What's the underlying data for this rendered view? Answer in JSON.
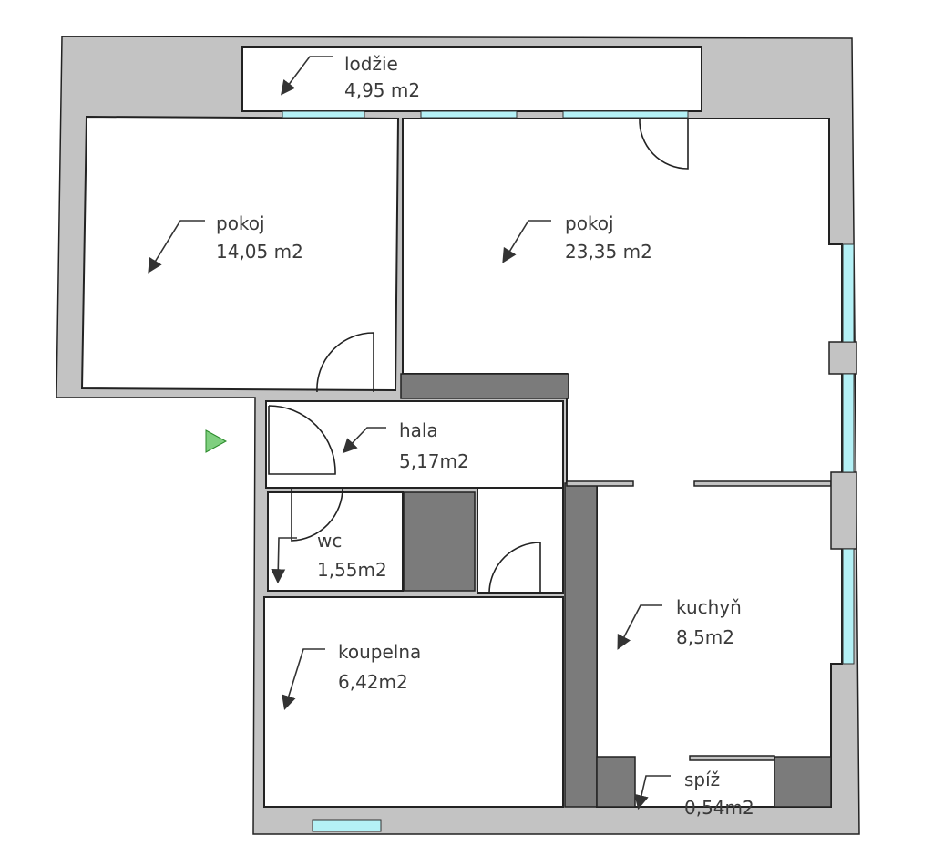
{
  "colors": {
    "wall": "#c3c3c3",
    "dark_wall": "#7b7b7b",
    "window": "#b4f1f6",
    "entrance_marker": "#7fcf7f"
  },
  "rooms": [
    {
      "name": "lodžie",
      "area": "4,95 m2"
    },
    {
      "name": "pokoj",
      "area": "14,05 m2"
    },
    {
      "name": "pokoj",
      "area": "23,35 m2"
    },
    {
      "name": "hala",
      "area": "5,17m2"
    },
    {
      "name": "wc",
      "area": "1,55m2"
    },
    {
      "name": "koupelna",
      "area": "6,42m2"
    },
    {
      "name": "kuchyň",
      "area": "8,5m2"
    },
    {
      "name": "spíž",
      "area": "0,54m2"
    }
  ]
}
